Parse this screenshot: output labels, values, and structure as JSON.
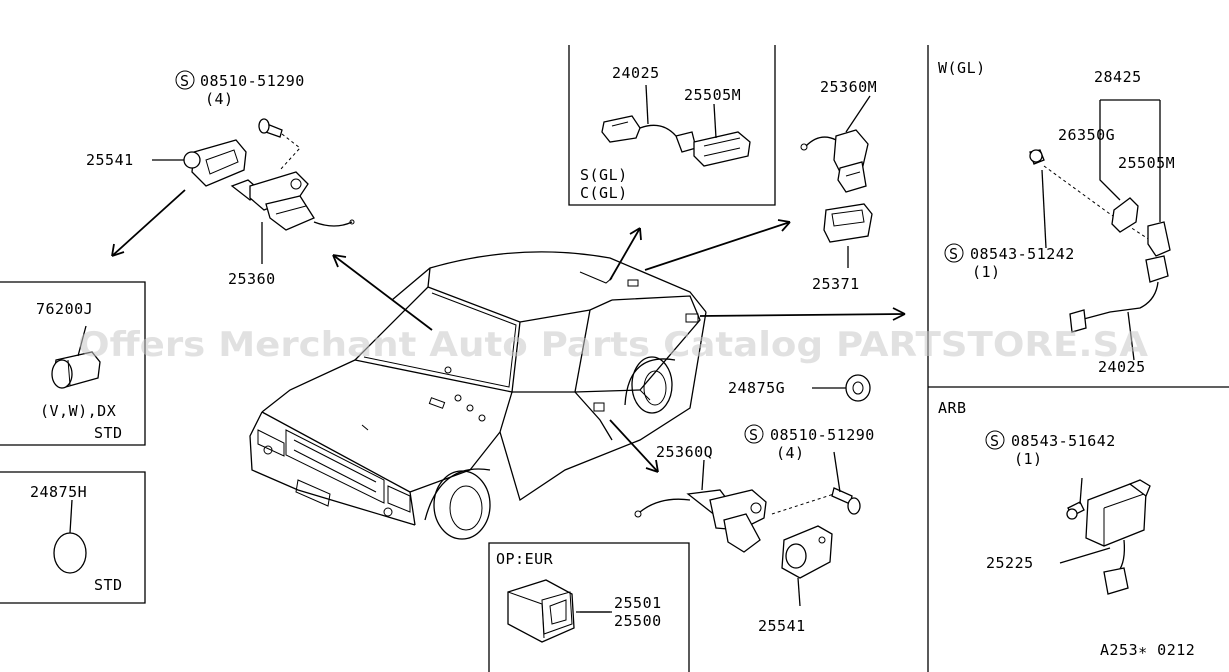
{
  "watermark": "Offers Merchant Auto Parts Catalog PARTSTORE.SA",
  "figure_id": "A253∗ 0212",
  "bolt_symbol": "S",
  "top_left": {
    "bolt_number": "08510-51290",
    "bolt_qty": "(4)",
    "switch_cover": "25541",
    "switch": "25360"
  },
  "box_s_c": {
    "harness": "24025",
    "switch": "25505M",
    "variant_line1": "S(GL)",
    "variant_line2": "C(GL)"
  },
  "top_middle": {
    "switch": "25360M",
    "holder": "25371"
  },
  "box_w_gl": {
    "title": "W(GL)",
    "part_a": "28425",
    "part_b": "26350G",
    "part_c": "25505M",
    "bolt_number": "08543-51242",
    "bolt_qty": "(1)",
    "harness": "24025"
  },
  "box_76200j": {
    "part": "76200J",
    "variant": "(V,W),DX",
    "std": "STD"
  },
  "box_24875h": {
    "part": "24875H",
    "std": "STD"
  },
  "grommet": "24875G",
  "bottom_middle": {
    "switch": "25360Q",
    "bolt_number": "08510-51290",
    "bolt_qty": "(4)",
    "switch_cover": "25541"
  },
  "box_op_eur": {
    "title": "OP:EUR",
    "part_a": "25501",
    "part_b": "25500"
  },
  "box_arb": {
    "title": "ARB",
    "bolt_number": "08543-51642",
    "bolt_qty": "(1)",
    "unit": "25225"
  }
}
